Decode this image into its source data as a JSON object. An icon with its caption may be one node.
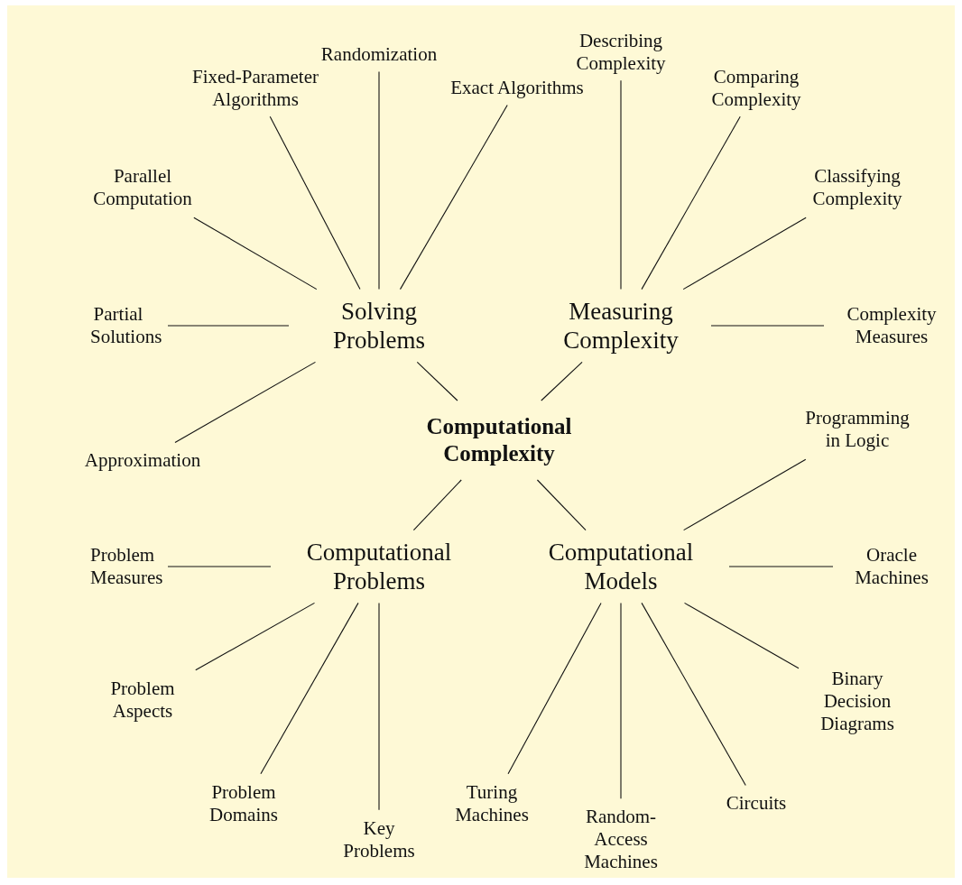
{
  "diagram": {
    "nodes": [
      {
        "text": [
          "Computational Complexity"
        ]
      },
      {
        "text": [
          "Solving Problems"
        ]
      },
      {
        "text": [
          "Measuring Complexity"
        ]
      },
      {
        "text": [
          "Computational Problems"
        ]
      },
      {
        "text": [
          "Computational Models"
        ]
      },
      {
        "text": [
          "Randomization"
        ]
      },
      {
        "text": [
          "Fixed-Parameter Algorithms"
        ]
      },
      {
        "text": [
          "Exact Algorithms"
        ]
      },
      {
        "text": [
          "Parallel Computation"
        ]
      },
      {
        "text": [
          "Partial Solutions"
        ]
      },
      {
        "text": [
          "Approximation"
        ]
      },
      {
        "text": [
          "Describing Complexity"
        ]
      },
      {
        "text": [
          "Comparing Complexity"
        ]
      },
      {
        "text": [
          "Classifying Complexity"
        ]
      },
      {
        "text": [
          "Complexity Measures"
        ]
      },
      {
        "text": [
          "Problem Measures"
        ]
      },
      {
        "text": [
          "Problem Aspects"
        ]
      },
      {
        "text": [
          "Problem Domains"
        ]
      },
      {
        "text": [
          "Key Problems"
        ]
      },
      {
        "text": [
          "Programming in Logic"
        ]
      },
      {
        "text": [
          "Oracle Machines"
        ]
      },
      {
        "text": [
          "Binary Decision Diagrams"
        ]
      },
      {
        "text": [
          "Circuits"
        ]
      },
      {
        "text": [
          "Turing Machines"
        ]
      },
      {
        "text": [
          "Random-Access Machines"
        ]
      }
    ],
    "edges": [
      {
        "from": 0,
        "to": 1,
        "arrow": "none"
      },
      {
        "from": 0,
        "to": 2,
        "arrow": "none"
      },
      {
        "from": 0,
        "to": 3,
        "arrow": "none"
      },
      {
        "from": 0,
        "to": 4,
        "arrow": "none"
      },
      {
        "from": 1,
        "to": 5,
        "arrow": "none"
      },
      {
        "from": 1,
        "to": 6,
        "arrow": "none"
      },
      {
        "from": 1,
        "to": 7,
        "arrow": "none"
      },
      {
        "from": 1,
        "to": 8,
        "arrow": "none"
      },
      {
        "from": 1,
        "to": 9,
        "arrow": "none"
      },
      {
        "from": 1,
        "to": 10,
        "arrow": "none"
      },
      {
        "from": 2,
        "to": 11,
        "arrow": "none"
      },
      {
        "from": 2,
        "to": 12,
        "arrow": "none"
      },
      {
        "from": 2,
        "to": 13,
        "arrow": "none"
      },
      {
        "from": 2,
        "to": 14,
        "arrow": "none"
      },
      {
        "from": 3,
        "to": 15,
        "arrow": "none"
      },
      {
        "from": 3,
        "to": 16,
        "arrow": "none"
      },
      {
        "from": 3,
        "to": 17,
        "arrow": "none"
      },
      {
        "from": 3,
        "to": 18,
        "arrow": "none"
      },
      {
        "from": 4,
        "to": 19,
        "arrow": "none"
      },
      {
        "from": 4,
        "to": 20,
        "arrow": "none"
      },
      {
        "from": 4,
        "to": 21,
        "arrow": "none"
      },
      {
        "from": 4,
        "to": 22,
        "arrow": "none"
      },
      {
        "from": 4,
        "to": 23,
        "arrow": "none"
      },
      {
        "from": 4,
        "to": 24,
        "arrow": "none"
      }
    ]
  }
}
